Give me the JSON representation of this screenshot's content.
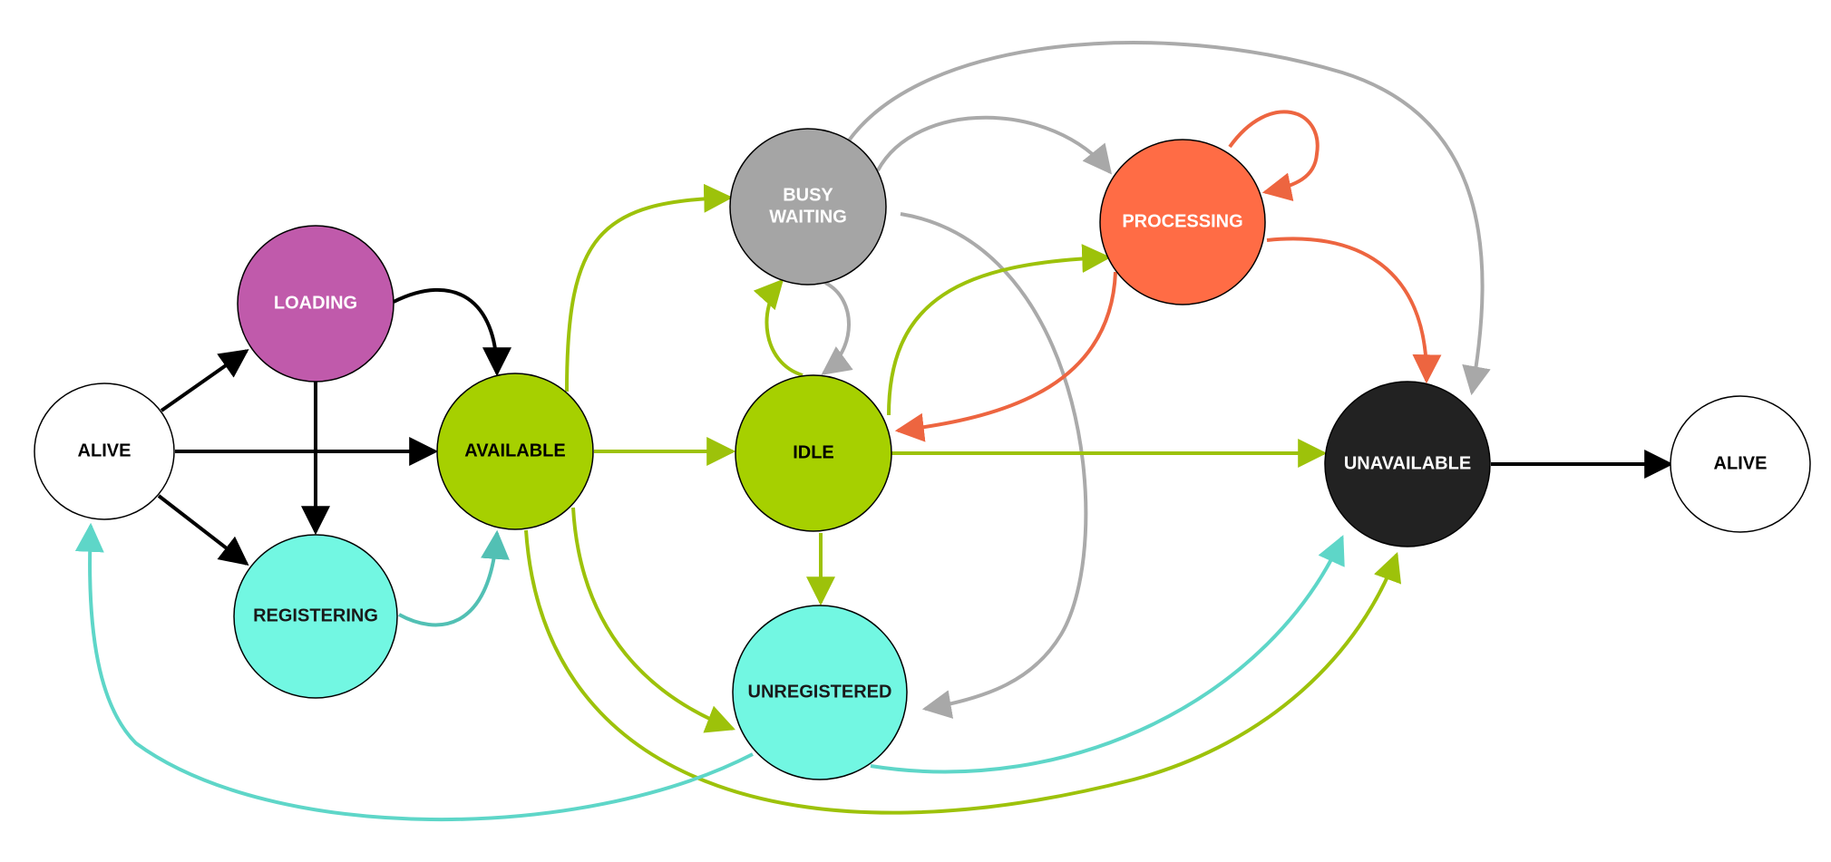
{
  "diagram": {
    "type": "state-machine",
    "nodes": [
      {
        "id": "alive_start",
        "label": [
          "ALIVE"
        ],
        "fill": "#ffffff",
        "text": "#000000"
      },
      {
        "id": "loading",
        "label": [
          "LOADING"
        ],
        "fill": "#c05aab",
        "text": "#ffffff"
      },
      {
        "id": "registering",
        "label": [
          "REGISTERING"
        ],
        "fill": "#72f7e2",
        "text": "#1a1a1a"
      },
      {
        "id": "available",
        "label": [
          "AVAILABLE"
        ],
        "fill": "#a6d000",
        "text": "#000000"
      },
      {
        "id": "busy_waiting",
        "label": [
          "BUSY",
          "WAITING"
        ],
        "fill": "#a5a5a5",
        "text": "#ffffff"
      },
      {
        "id": "idle",
        "label": [
          "IDLE"
        ],
        "fill": "#a6d000",
        "text": "#000000"
      },
      {
        "id": "unregistered",
        "label": [
          "UNREGISTERED"
        ],
        "fill": "#72f7e2",
        "text": "#1a1a1a"
      },
      {
        "id": "processing",
        "label": [
          "PROCESSING"
        ],
        "fill": "#ff6c45",
        "text": "#ffffff"
      },
      {
        "id": "unavailable",
        "label": [
          "UNAVAILABLE"
        ],
        "fill": "#222222",
        "text": "#ffffff"
      },
      {
        "id": "alive_end",
        "label": [
          "ALIVE"
        ],
        "fill": "#ffffff",
        "text": "#000000"
      }
    ],
    "edge_colors": {
      "black": "#000000",
      "green": "#9dc20a",
      "gray": "#aaaaaa",
      "orange": "#ed6540",
      "teal": "#5ed6c8",
      "teal_dark": "#52c0b4"
    },
    "edges": [
      {
        "from": "alive_start",
        "to": "loading",
        "color": "black"
      },
      {
        "from": "alive_start",
        "to": "available",
        "color": "black"
      },
      {
        "from": "alive_start",
        "to": "registering",
        "color": "black"
      },
      {
        "from": "loading",
        "to": "available",
        "color": "black"
      },
      {
        "from": "loading",
        "to": "registering",
        "color": "black"
      },
      {
        "from": "registering",
        "to": "available",
        "color": "teal_dark"
      },
      {
        "from": "available",
        "to": "busy_waiting",
        "color": "green"
      },
      {
        "from": "available",
        "to": "idle",
        "color": "green"
      },
      {
        "from": "available",
        "to": "unregistered",
        "color": "green"
      },
      {
        "from": "available",
        "to": "unavailable",
        "color": "green"
      },
      {
        "from": "busy_waiting",
        "to": "processing",
        "color": "gray"
      },
      {
        "from": "busy_waiting",
        "to": "unavailable",
        "color": "gray"
      },
      {
        "from": "busy_waiting",
        "to": "idle",
        "color": "gray"
      },
      {
        "from": "busy_waiting",
        "to": "unregistered",
        "color": "gray"
      },
      {
        "from": "idle",
        "to": "busy_waiting",
        "color": "green"
      },
      {
        "from": "idle",
        "to": "processing",
        "color": "green"
      },
      {
        "from": "idle",
        "to": "unavailable",
        "color": "green"
      },
      {
        "from": "idle",
        "to": "unregistered",
        "color": "green"
      },
      {
        "from": "processing",
        "to": "processing",
        "color": "orange"
      },
      {
        "from": "processing",
        "to": "idle",
        "color": "orange"
      },
      {
        "from": "processing",
        "to": "unavailable",
        "color": "orange"
      },
      {
        "from": "unregistered",
        "to": "alive_start",
        "color": "teal"
      },
      {
        "from": "unregistered",
        "to": "unavailable",
        "color": "teal"
      },
      {
        "from": "unavailable",
        "to": "alive_end",
        "color": "black"
      }
    ]
  }
}
